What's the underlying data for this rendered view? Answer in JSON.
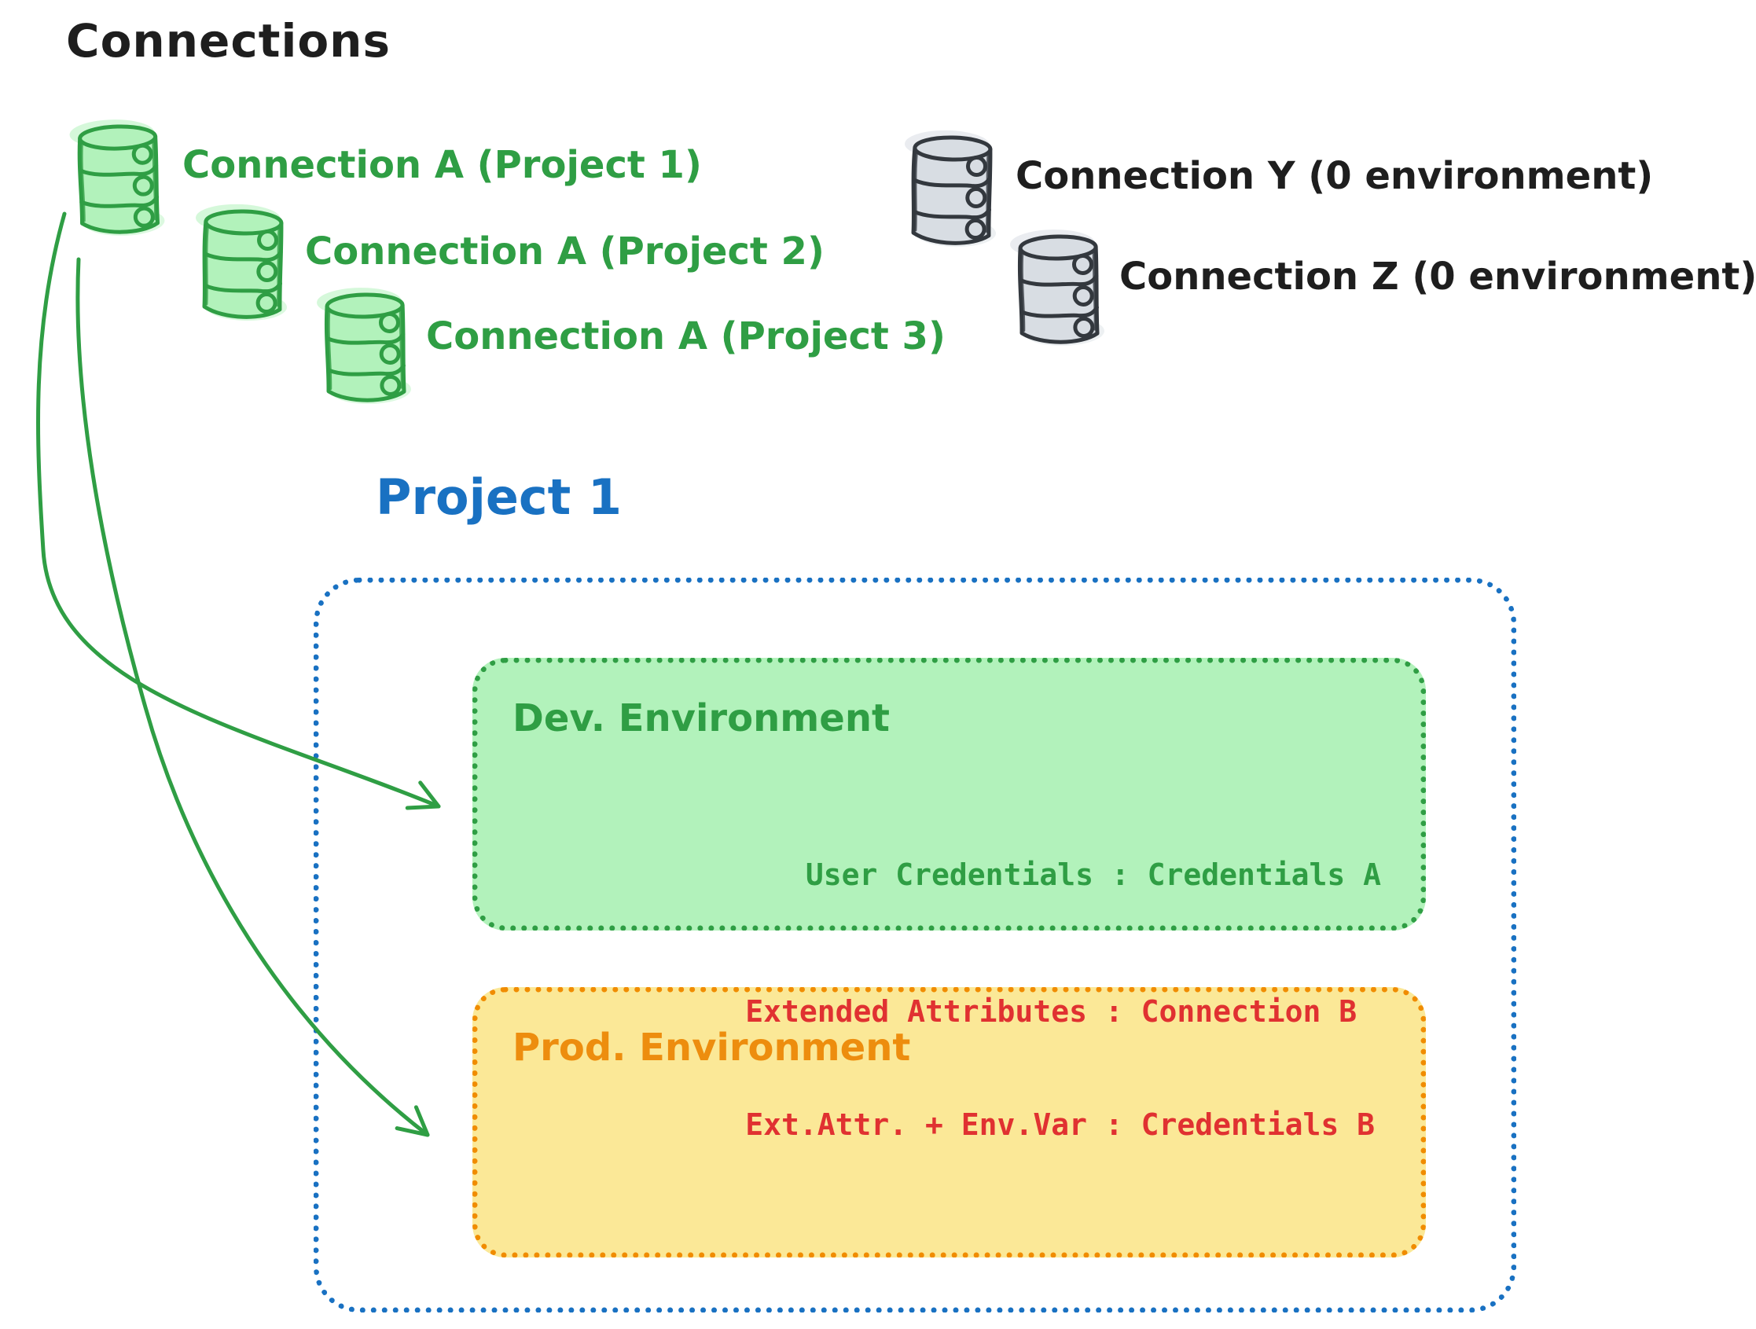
{
  "title": "Connections",
  "palette": {
    "ink": "#1e1e1e",
    "green_stroke": "#2f9e44",
    "green_fill": "#b2f2bb",
    "gray_stroke": "#33383e",
    "gray_fill": "#d8dde3",
    "blue": "#1971c2",
    "orange_border": "#f08c00",
    "orange_text": "#ed8d0e",
    "yellow_fill": "#fbe897",
    "red": "#e03131"
  },
  "connections_assigned": [
    {
      "icon": "database-icon",
      "color": "green",
      "label": "Connection A (Project 1)"
    },
    {
      "icon": "database-icon",
      "color": "green",
      "label": "Connection A (Project 2)"
    },
    {
      "icon": "database-icon",
      "color": "green",
      "label": "Connection A (Project 3)"
    }
  ],
  "connections_unassigned": [
    {
      "icon": "database-icon",
      "color": "gray",
      "label": "Connection Y (0 environment)"
    },
    {
      "icon": "database-icon",
      "color": "gray",
      "label": "Connection Z (0 environment)"
    }
  ],
  "project": {
    "title": "Project 1",
    "environments": [
      {
        "name": "Dev. Environment",
        "lines": [
          "User Credentials : Credentials A"
        ]
      },
      {
        "name": "Prod. Environment",
        "lines": [
          "Extended Attributes : Connection B",
          "Ext.Attr. + Env.Var : Credentials B"
        ]
      }
    ]
  },
  "arrows": [
    {
      "name": "connection-a-to-dev-environment"
    },
    {
      "name": "connection-a-to-prod-environment"
    }
  ]
}
